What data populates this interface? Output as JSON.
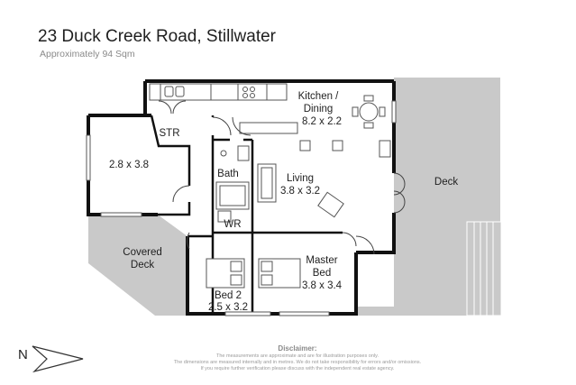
{
  "header": {
    "title": "23 Duck Creek Road, Stillwater",
    "subtitle": "Approximately 94 Sqm"
  },
  "rooms": {
    "kitchen_name": "Kitchen /",
    "kitchen_name2": "Dining",
    "kitchen_dims": "8.2 x 2.2",
    "str": "STR",
    "room_dims": "2.8 x 3.8",
    "bath": "Bath",
    "living_name": "Living",
    "living_dims": "3.8 x 3.2",
    "wr": "WR",
    "deck": "Deck",
    "covered_deck": "Covered",
    "covered_deck2": "Deck",
    "master_name": "Master",
    "master_name2": "Bed",
    "master_dims": "3.8 x 3.4",
    "bed2_name": "Bed 2",
    "bed2_dims": "2.5 x 3.2"
  },
  "compass": {
    "label": "N"
  },
  "disclaimer": {
    "heading": "Disclaimer:",
    "lines": [
      "The measurements are approximate and are for illustration purposes only.",
      "The dimensions are measured internally and in metres. We do not take responsibility for errors and/or omissions.",
      "If you require further verification please discuss with the independent real estate agency."
    ]
  }
}
